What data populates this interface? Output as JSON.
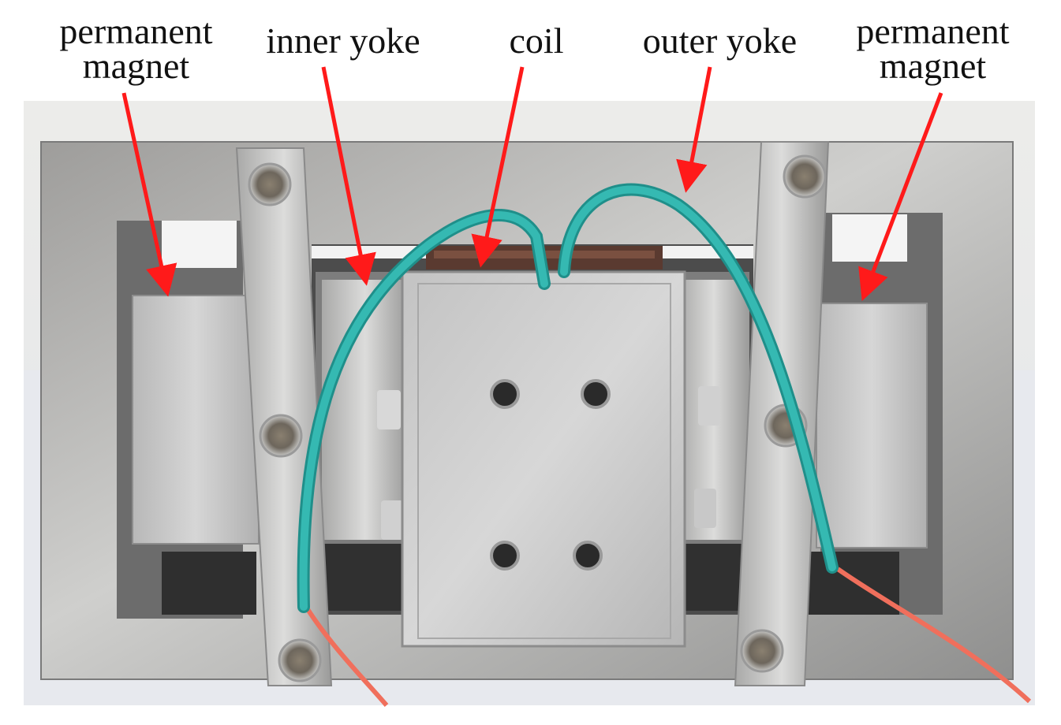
{
  "labels": {
    "permanent_magnet_left": [
      "permanent",
      "magnet"
    ],
    "inner_yoke": "inner yoke",
    "coil": "coil",
    "outer_yoke": "outer yoke",
    "permanent_magnet_right": [
      "permanent",
      "magnet"
    ]
  },
  "colors": {
    "arrow": "#ff1a1a",
    "wire_insulation": "#27a9a3",
    "wire_copper": "#f06f5c",
    "steel": "#c8c8c8",
    "background": "#f2f2f2"
  }
}
